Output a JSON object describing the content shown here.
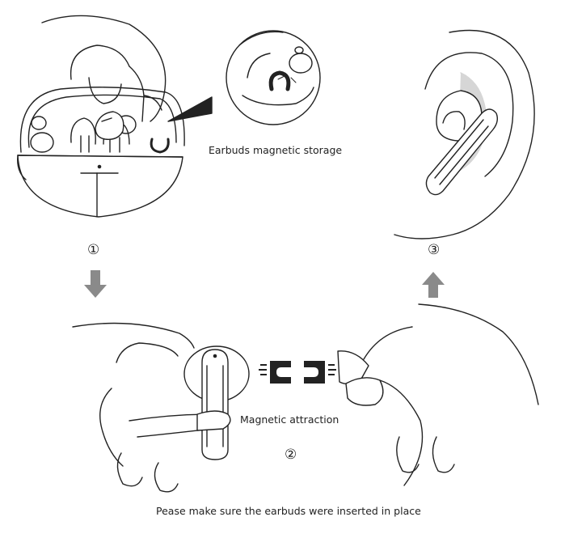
{
  "labels": {
    "storage": "Earbuds magnetic storage",
    "attraction": "Magnetic attraction",
    "footer": "Pease make sure the earbuds were inserted in place"
  },
  "steps": {
    "one": "①",
    "two": "②",
    "three": "③"
  },
  "colors": {
    "line": "#222222",
    "arrow": "#8a8a8a",
    "shade": "#d6d6d6"
  },
  "icons": [
    "hand-icon",
    "charging-case-icon",
    "earbud-icon",
    "magnet-icon",
    "ear-icon",
    "arrow-down-icon",
    "arrow-up-icon"
  ]
}
